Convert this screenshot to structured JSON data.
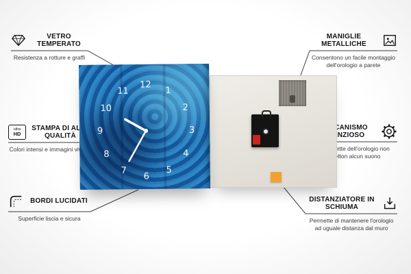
{
  "features": [
    {
      "id": "vetro-temperato",
      "title": "VETRO TEMPERATO",
      "subtitle": "Resistenza a rotture e graffi",
      "icon": "diamond-icon"
    },
    {
      "id": "stampa-alta-qualita",
      "title": "STAMPA DI ALTA QUALITÀ",
      "subtitle": "Colori intensi e immagini vivide",
      "icon": "ultra-hd-icon",
      "icon_line1": "ultra",
      "icon_line2": "HD"
    },
    {
      "id": "bordi-lucidati",
      "title": "BORDI LUCIDATI",
      "subtitle": "Superficie liscia e sicura",
      "icon": "rounded-corner-icon"
    },
    {
      "id": "maniglie-metalliche",
      "title": "MANIGLIE METALLICHE",
      "subtitle": "Consentono un facile montaggio dell'orologio a parete",
      "icon": "picture-frame-icon"
    },
    {
      "id": "meccanismo-silenzioso",
      "title": "MECCANISMO SILENZIOSO",
      "subtitle": "Le lancette dell'orologio non emetton alcun suono",
      "icon": "gear-icon"
    },
    {
      "id": "distanziatore-schiuma",
      "title": "DISTANZIATORE IN SCHIUMA",
      "subtitle": "Permette di mantenere l'orologio ad uguale distanza dal muro",
      "icon": "foam-spacer-icon"
    }
  ],
  "clock": {
    "numbers": [
      "1",
      "2",
      "3",
      "4",
      "5",
      "6",
      "7",
      "8",
      "9",
      "10",
      "11",
      "12"
    ]
  },
  "colors": {
    "front_blue": "#1a6fb5",
    "back_panel": "#e5e2db",
    "foam_orange": "#f0a22e",
    "callout_line": "#3c3c3c"
  }
}
